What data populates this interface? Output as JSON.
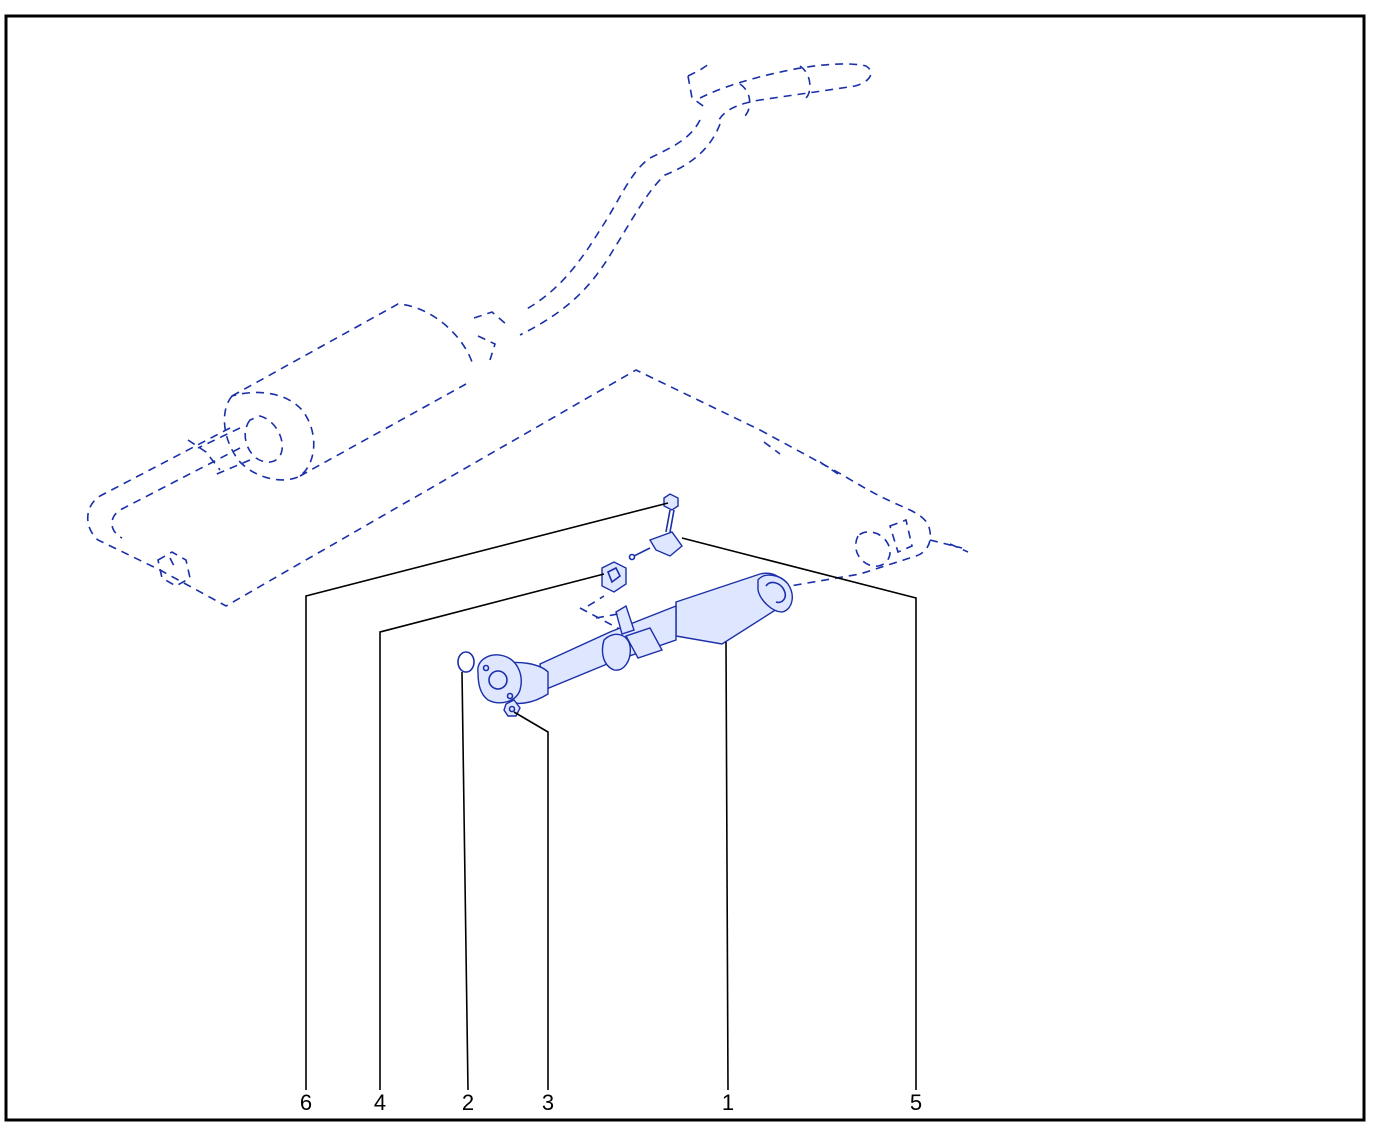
{
  "colors": {
    "line": "#1a2fa8",
    "fill": "#dfe6ff",
    "callout": "#000000",
    "frame": "#000000",
    "background": "#ffffff"
  },
  "callouts": [
    {
      "id": "1",
      "label": "1"
    },
    {
      "id": "2",
      "label": "2"
    },
    {
      "id": "3",
      "label": "3"
    },
    {
      "id": "4",
      "label": "4"
    },
    {
      "id": "5",
      "label": "5"
    },
    {
      "id": "6",
      "label": "6"
    }
  ]
}
